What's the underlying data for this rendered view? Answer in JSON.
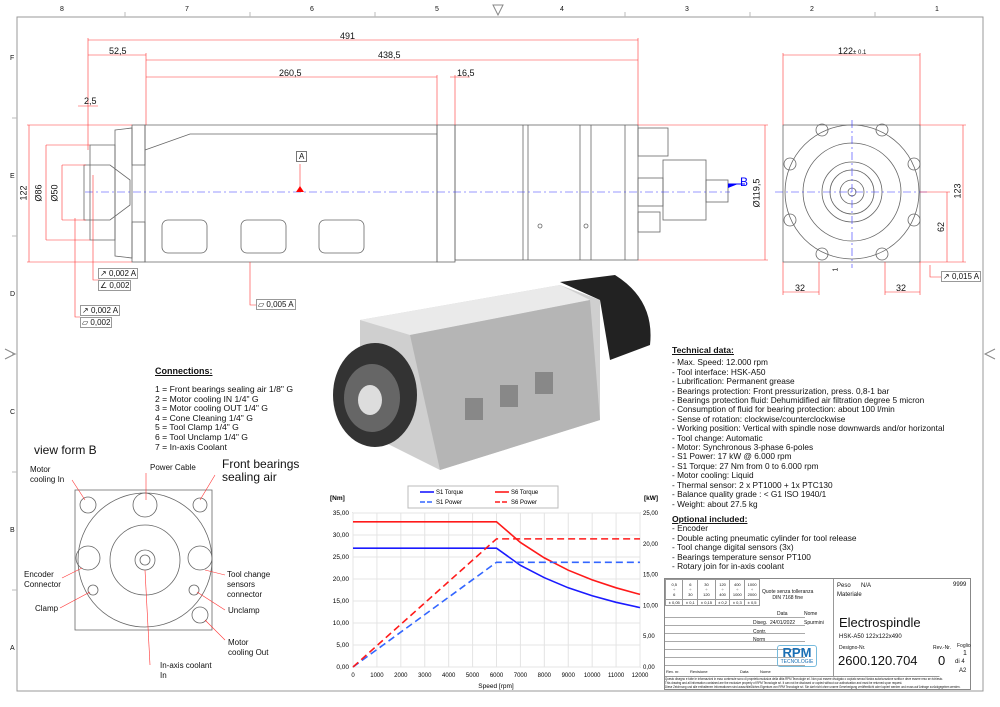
{
  "frame": {
    "columns": [
      "8",
      "7",
      "6",
      "5",
      "4",
      "3",
      "2",
      "1"
    ],
    "rows": [
      "F",
      "E",
      "D",
      "C",
      "B",
      "A"
    ]
  },
  "side_view": {
    "dims": [
      "491",
      "52,5",
      "438,5",
      "260,5",
      "16,5",
      "2,5",
      "122",
      "Ø86",
      "Ø50",
      "Ø119,5"
    ],
    "datum": "A",
    "view_arrow": "B",
    "tolerances": [
      {
        "sym": "↗",
        "val": "0,002",
        "ref": "A"
      },
      {
        "sym": "∠",
        "val": "0,002"
      },
      {
        "sym": "↗",
        "val": "0,002",
        "ref": "A"
      },
      {
        "sym": "▱",
        "val": "0,002"
      },
      {
        "sym": "▱",
        "val": "0,005",
        "ref": "A"
      }
    ]
  },
  "front_view": {
    "width": "122",
    "width_tol": "± 0.1",
    "dims": [
      "123",
      "62",
      "32",
      "32",
      "1"
    ],
    "tolerance": {
      "sym": "↗",
      "val": "0,015",
      "ref": "A"
    }
  },
  "connections": {
    "title": "Connections:",
    "items": [
      "1 = Front bearings sealing air 1/8\" G",
      "2 = Motor cooling IN 1/4\" G",
      "3 = Motor cooling OUT 1/4\" G",
      "4 = Cone Cleaning 1/4\" G",
      "5 = Tool Clamp 1/4\" G",
      "6 = Tool Unclamp 1/4\" G",
      "7 = In-axis Coolant"
    ]
  },
  "view_b": {
    "title": "view form B",
    "labels": {
      "motor_in": "Motor\ncooling In",
      "power": "Power Cable",
      "front_air": "Front bearings\nsealing air",
      "encoder": "Encoder\nConnector",
      "toolchange": "Tool change\nsensors\nconnector",
      "clamp": "Clamp",
      "unclamp": "Unclamp",
      "motor_out": "Motor\ncooling Out",
      "coolant": "In-axis coolant\nIn"
    }
  },
  "technical": {
    "title": "Technical data:",
    "items": [
      "- Max. Speed: 12.000 rpm",
      "- Tool interface: HSK-A50",
      "- Lubrification: Permanent grease",
      "- Bearings protection: Front pressurization, press. 0,8-1 bar",
      "- Bearings protection fluid: Dehumidified air filtration degree 5 micron",
      "- Consumption of fluid for bearing protection: about 100 l/min",
      "- Sense of rotation: clockwise/counterclockwise",
      "- Working position: Vertical with spindle nose downwards and/or horizontal",
      "- Tool change: Automatic",
      "- Motor: Synchronous 3-phase 6-poles",
      "- S1 Power: 17 kW @ 6.000 rpm",
      "- S1 Torque: 27 Nm from 0 to 6.000 rpm",
      "- Motor cooling: Liquid",
      "- Thermal sensor: 2 x PT1000 + 1x PTC130",
      "- Balance quality grade : < G1 ISO 1940/1",
      "- Weight: about 27.5 kg"
    ],
    "optional_title": "Optional included:",
    "optional": [
      "- Encoder",
      "- Double acting pneumatic cylinder for tool release",
      "- Tool change digital sensors (3x)",
      "- Bearings temperature sensor PT100",
      "- Rotary join for in-axis coolant"
    ]
  },
  "chart_data": {
    "type": "line",
    "xlabel": "Speed [rpm]",
    "ylabel": "[Nm]",
    "y2label": "[kW]",
    "xlim": [
      0,
      12000
    ],
    "ylim": [
      0,
      35
    ],
    "y2lim": [
      0,
      25
    ],
    "grid": true,
    "legend": "top",
    "xticks": [
      "0",
      "1000",
      "2000",
      "3000",
      "4000",
      "5000",
      "6000",
      "7000",
      "8000",
      "9000",
      "10000",
      "11000",
      "12000"
    ],
    "yticks": [
      "0,00",
      "5,00",
      "10,00",
      "15,00",
      "20,00",
      "25,00",
      "30,00",
      "35,00"
    ],
    "y2ticks": [
      "0,00",
      "5,00",
      "10,00",
      "15,00",
      "20,00",
      "25,00"
    ],
    "x": [
      0,
      6000,
      7000,
      8000,
      9000,
      10000,
      11000,
      12000
    ],
    "series": [
      {
        "name": "S1 Torque",
        "axis": "left",
        "dash": false,
        "color": "#1a1aff",
        "values": [
          27,
          27,
          23.1,
          20.3,
          18,
          16.2,
          14.7,
          13.5
        ]
      },
      {
        "name": "S6 Torque",
        "axis": "right",
        "dash": false,
        "color": "#ff1a1a",
        "axis_note": "left",
        "values": [
          33,
          33,
          28.3,
          24.8,
          22,
          19.8,
          18,
          16.5
        ]
      },
      {
        "name": "S1 Power",
        "axis": "right",
        "dash": true,
        "color": "#3366ff",
        "values": [
          0,
          17,
          17,
          17,
          17,
          17,
          17,
          17
        ]
      },
      {
        "name": "S6 Power",
        "axis": "right",
        "dash": true,
        "color": "#ff1a1a",
        "values": [
          0,
          20.8,
          20.8,
          20.8,
          20.8,
          20.8,
          20.8,
          20.8
        ]
      }
    ]
  },
  "title_block": {
    "tol_ranges": [
      "0,5\n÷\n6",
      "6\n÷\n30",
      "30\n÷\n120",
      "120\n÷\n400",
      "400\n÷\n1000",
      "1000\n÷\n2000"
    ],
    "tol_values": [
      "± 0,05",
      "± 0,1",
      "± 0,15",
      "± 0,2",
      "± 0,3",
      "± 0,5"
    ],
    "tol_note": "Quote senza tolleranza\nDIN 7168 fine",
    "date_h": "Data",
    "name_h": "Nome",
    "diseg": "Diseg.",
    "date": "24/01/2022",
    "author": "Spurmini",
    "contr": "Contr.",
    "norm": "Norm",
    "rev_h": [
      "Rev. nr.",
      "Revisione",
      "Data",
      "Nome"
    ],
    "peso_label": "Peso",
    "peso": "N/A",
    "code": "9999",
    "materiale": "Materiale",
    "title": "Electrospindle",
    "subtitle": "HSK-A50 122x122x490",
    "drawing_no_label": "Designo-Nr.",
    "drawing_no": "2600.120.704",
    "rev_label": "Rev.-Nr.",
    "rev": "0",
    "sheet_label": "Foglio",
    "sheet": "1",
    "of": "di",
    "sheets": "4",
    "format": "A2",
    "logo": "RPM",
    "logo_sub": "TECNOLOGIE",
    "disclaimer": [
      "Questo disegno e tutte le informazioni in esso contenute sono di proprietà esclusiva della ditta RPM Tecnologie srl. Non può essere divulgato o copiato senza Nostra autorizzazione scritta e deve essere reso se richiesto.",
      "This drawing and all information contained are the exclusive property of RPM Tecnologie srl. It can not be disclosed or copied without our authorization and must be returned upon request.",
      "Diese Zeichnung und alle enthaltenen Informationen sind ausschließliches Eigentum von RPM Tecnologie srl. Sie darf nicht ohne unsere Genehmigung veröffentlicht oder kopiert werden und muss auf Anfrage zurückgegeben werden."
    ]
  }
}
